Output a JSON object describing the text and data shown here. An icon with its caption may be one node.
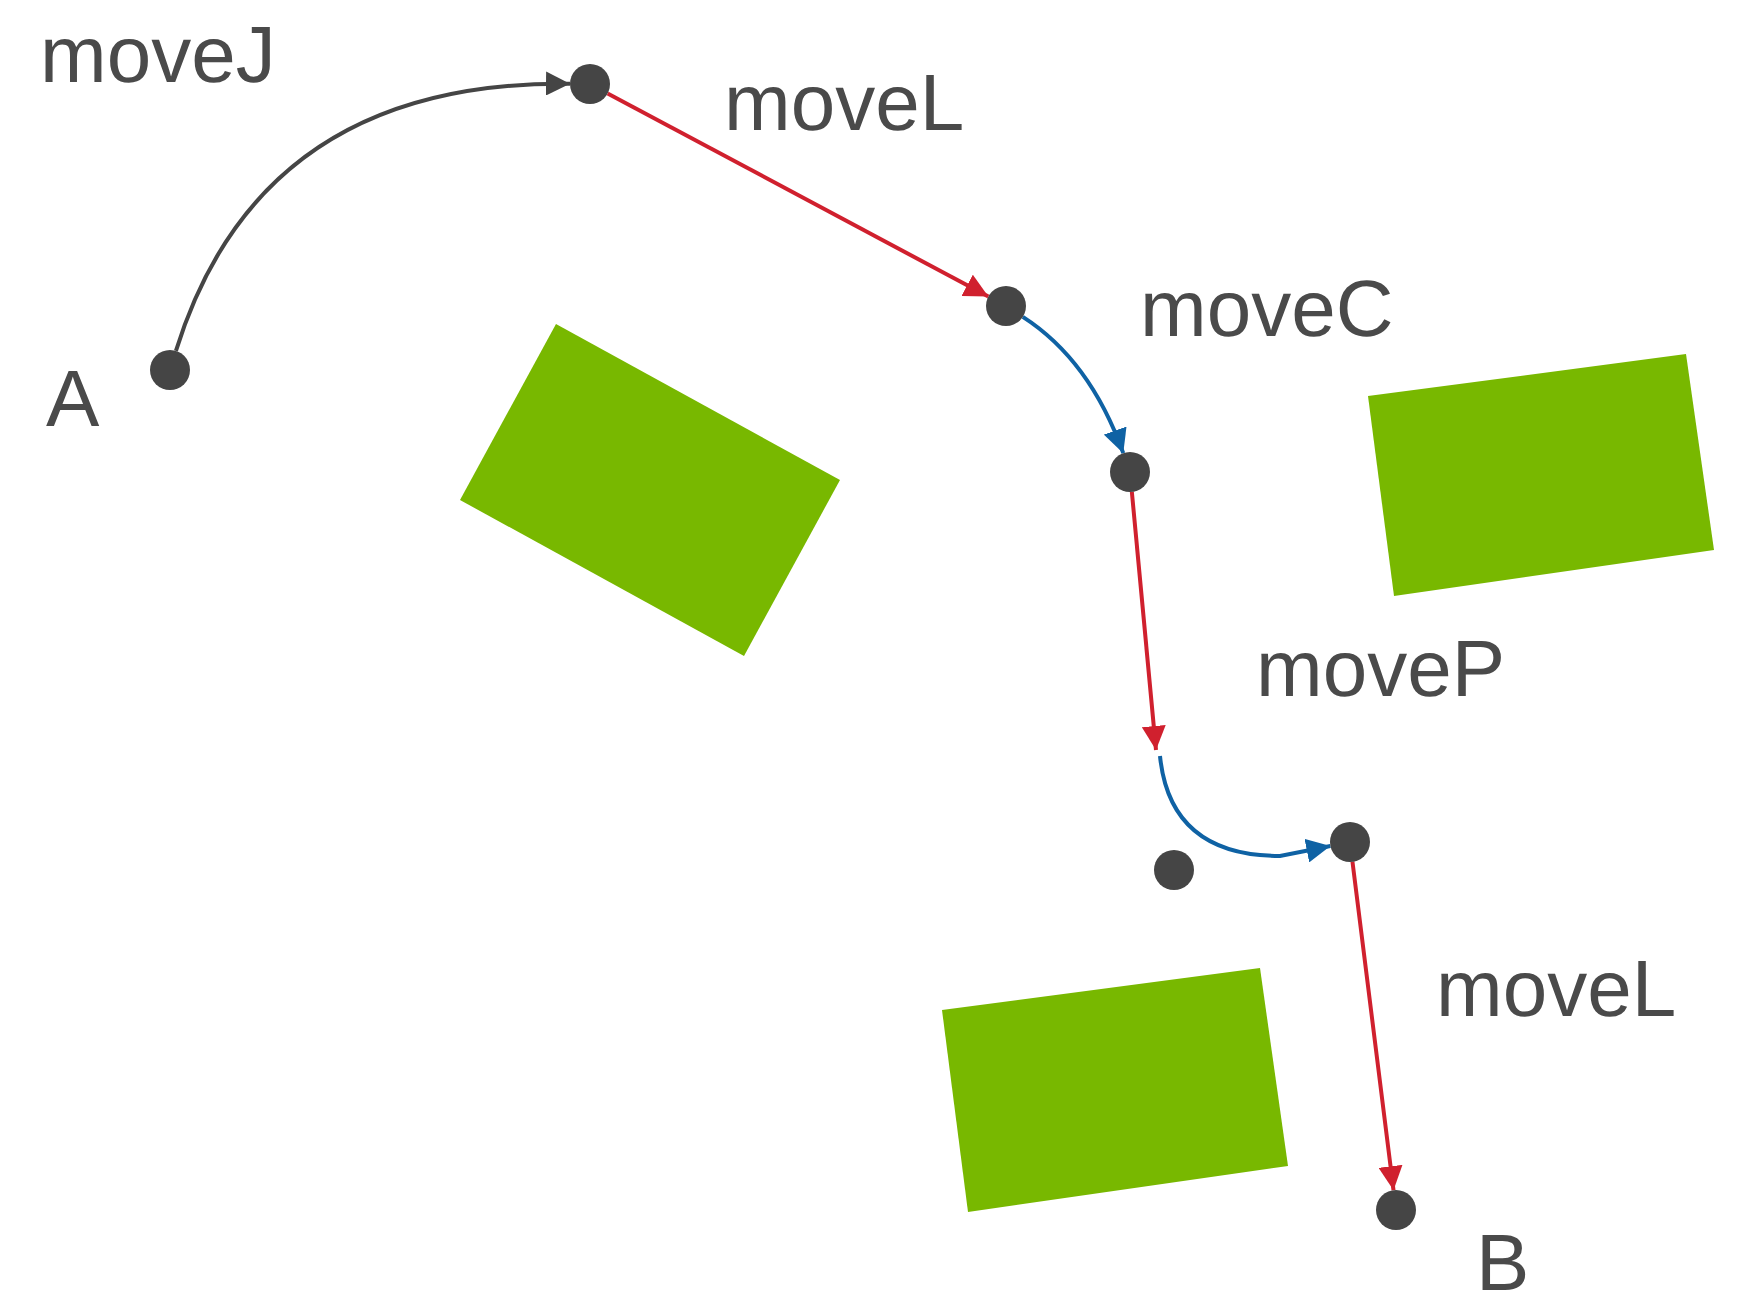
{
  "diagram": {
    "nodes": [
      {
        "text": [],
        "shape": "circle"
      },
      {
        "text": [],
        "shape": "circle",
        "beside": [
          "A"
        ]
      },
      {
        "text": [],
        "shape": "circle"
      },
      {
        "text": [],
        "shape": "circle"
      },
      {
        "text": [],
        "shape": "circle"
      },
      {
        "text": [],
        "shape": "circle"
      },
      {
        "text": [],
        "shape": "circle",
        "beside": [
          "B"
        ]
      },
      {
        "text": [],
        "shape": "box"
      },
      {
        "text": [],
        "shape": "box"
      },
      {
        "text": [],
        "shape": "box"
      }
    ],
    "edges": [
      {
        "from": 1,
        "to": 0,
        "arrow": "to",
        "label": "moveJ",
        "color": "#454545"
      },
      {
        "from": 0,
        "to": 2,
        "arrow": "to",
        "label": "moveL",
        "color": "#d0202e"
      },
      {
        "from": 2,
        "to": 3,
        "arrow": "to",
        "label": "moveC",
        "color": "#0f62a4"
      },
      {
        "from": 3,
        "to": null,
        "arrow": "to",
        "color": "#d0202e"
      },
      {
        "from": null,
        "to": 4,
        "arrow": "to",
        "label": "moveP",
        "color": "#0f62a4"
      },
      {
        "from": 4,
        "to": 6,
        "arrow": "to",
        "label": "moveL",
        "color": "#d0202e"
      }
    ]
  }
}
